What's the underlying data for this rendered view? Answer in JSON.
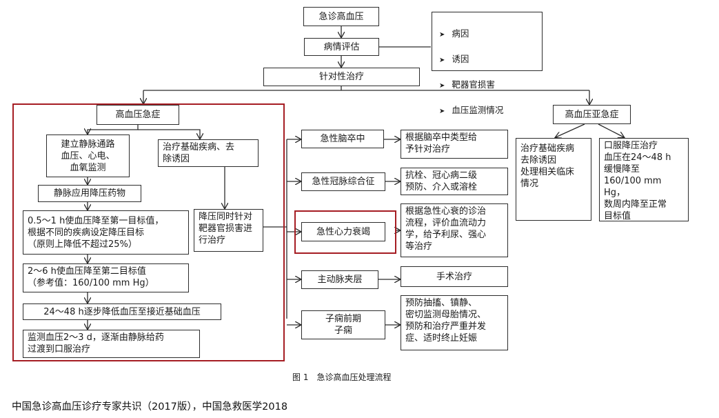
{
  "chart_title": "急诊高血压",
  "assess": "病情评估",
  "assess_list": [
    "病因",
    "诱因",
    "靶器官损害",
    "血压监测情况"
  ],
  "treatment": "针对性治疗",
  "emergency": {
    "title": "高血压急症",
    "iv_setup": "建立静脉通路\n血压、心电、\n血氧监测",
    "iv_drug": "静脉应用降压药物",
    "step1": "0.5～1 h使血压降至第一目标值，\n根据不同的疾病设定降压目标\n（原则上降低不超过25%）",
    "step2": "2～6 h使血压降至第二目标值\n（参考值：160/100 mm Hg）",
    "step3": "24～48 h逐步降低血压至接近基础血压",
    "step4": "监测血压2～3 d，逐渐由静脉给药\n过渡到口服治疗",
    "underlying": "治疗基础疾病、去\n除诱因",
    "organ": "降压同时针对\n靶器官损害进\n行治疗"
  },
  "conditions": [
    {
      "name": "急性脑卒中",
      "plan": "根据脑卒中类型给\n予针对治疗"
    },
    {
      "name": "急性冠脉综合征",
      "plan": "抗栓、冠心病二级\n预防、介入或溶栓"
    },
    {
      "name": "急性心力衰竭",
      "plan": "根据急性心衰的诊治\n流程，评价血流动力\n学，给予利尿、强心\n等治疗"
    },
    {
      "name": "主动脉夹层",
      "plan": "手术治疗"
    },
    {
      "name": "子痫前期\n子痫",
      "plan": "预防抽搐、镇静、\n密切监测母胎情况、\n预防和治疗严重并发\n症、适时终止妊娠"
    }
  ],
  "urgency": {
    "title": "高血压亚急症",
    "left": "治疗基础疾病\n去除诱因\n处理相关临床\n情况",
    "right": "口服降压治疗\n血压在24～48 h\n缓慢降至\n160/100 mm Hg，\n数周内降至正常\n目标值"
  },
  "figure_caption": "图 1　急诊高血压处理流程",
  "footer": "中国急诊高血压诊疗专家共识（2017版），中国急救医学2018",
  "colors": {
    "highlight": "#a51c22",
    "line": "#2b2b2b"
  }
}
